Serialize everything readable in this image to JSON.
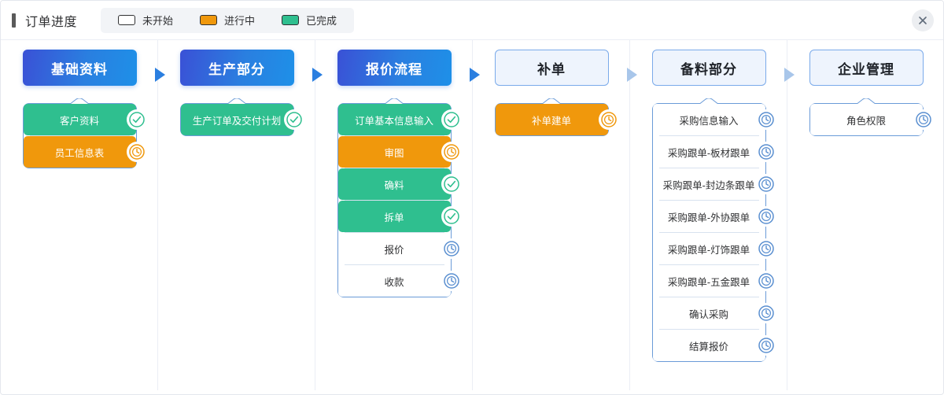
{
  "header": {
    "title": "订单进度",
    "close_icon": "close-icon",
    "legend": [
      {
        "label": "未开始",
        "color": "#ffffff",
        "state": "todo"
      },
      {
        "label": "进行中",
        "color": "#f0980c",
        "state": "doing"
      },
      {
        "label": "已完成",
        "color": "#2fbf8f",
        "state": "done"
      }
    ]
  },
  "colors": {
    "accent_blue": "#2b7fe0",
    "gradient_start": "#3a51d6",
    "gradient_end": "#1e90e8",
    "done_green": "#2fbf8f",
    "doing_orange": "#f0980c",
    "todo_white": "#ffffff",
    "border_blue": "#6a9bd8",
    "arrow_active": "#2b7fe0",
    "arrow_dim": "#a8c6ea"
  },
  "columns": [
    {
      "title": "基础资料",
      "head_style": "active",
      "arrow": "active",
      "tasks": [
        {
          "label": "客户资料",
          "state": "done",
          "icon": "check-circle-icon"
        },
        {
          "label": "员工信息表",
          "state": "doing",
          "icon": "clock-circle-icon"
        }
      ]
    },
    {
      "title": "生产部分",
      "head_style": "active",
      "arrow": "active",
      "tasks": [
        {
          "label": "生产订单及交付计划",
          "state": "done",
          "icon": "check-circle-icon"
        }
      ]
    },
    {
      "title": "报价流程",
      "head_style": "active",
      "arrow": "active",
      "tasks": [
        {
          "label": "订单基本信息输入",
          "state": "done",
          "icon": "check-circle-icon"
        },
        {
          "label": "审图",
          "state": "doing",
          "icon": "clock-circle-icon"
        },
        {
          "label": "确料",
          "state": "done",
          "icon": "check-circle-icon"
        },
        {
          "label": "拆单",
          "state": "done",
          "icon": "check-circle-icon"
        },
        {
          "label": "报价",
          "state": "todo",
          "icon": "clock-circle-icon"
        },
        {
          "label": "收款",
          "state": "todo",
          "icon": "clock-circle-icon"
        }
      ]
    },
    {
      "title": "补单",
      "head_style": "idle",
      "arrow": "dim",
      "tasks": [
        {
          "label": "补单建单",
          "state": "doing",
          "icon": "clock-circle-icon"
        }
      ]
    },
    {
      "title": "备料部分",
      "head_style": "idle",
      "arrow": "dim",
      "tasks": [
        {
          "label": "采购信息输入",
          "state": "todo",
          "icon": "clock-circle-icon"
        },
        {
          "label": "采购跟单-板材跟单",
          "state": "todo",
          "icon": "clock-circle-icon"
        },
        {
          "label": "采购跟单-封边条跟单",
          "state": "todo",
          "icon": "clock-circle-icon"
        },
        {
          "label": "采购跟单-外协跟单",
          "state": "todo",
          "icon": "clock-circle-icon"
        },
        {
          "label": "采购跟单-灯饰跟单",
          "state": "todo",
          "icon": "clock-circle-icon"
        },
        {
          "label": "采购跟单-五金跟单",
          "state": "todo",
          "icon": "clock-circle-icon"
        },
        {
          "label": "确认采购",
          "state": "todo",
          "icon": "clock-circle-icon"
        },
        {
          "label": "结算报价",
          "state": "todo",
          "icon": "clock-circle-icon"
        }
      ]
    },
    {
      "title": "企业管理",
      "head_style": "idle",
      "arrow": "none",
      "tasks": [
        {
          "label": "角色权限",
          "state": "todo",
          "icon": "clock-circle-icon"
        }
      ]
    }
  ]
}
